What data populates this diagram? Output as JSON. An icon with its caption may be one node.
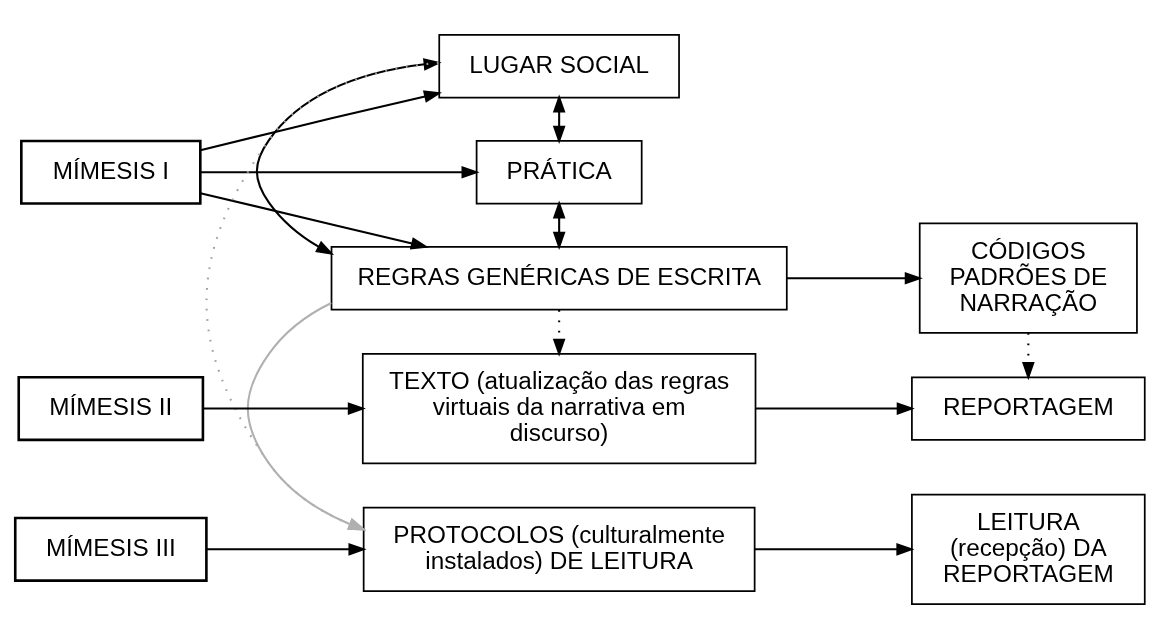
{
  "diagram": {
    "nodes": [
      {
        "text": [
          "MÍMESIS I"
        ]
      },
      {
        "text": [
          "LUGAR SOCIAL"
        ]
      },
      {
        "text": [
          "PRÁTICA"
        ]
      },
      {
        "text": [
          "REGRAS GENÉRICAS DE ESCRITA"
        ]
      },
      {
        "text": [
          "CÓDIGOS PADRÕES DE NARRAÇÃO"
        ]
      },
      {
        "text": [
          "MÍMESIS II"
        ]
      },
      {
        "text": [
          "TEXTO (atualização das regras virtuais da narrativa em discurso)"
        ]
      },
      {
        "text": [
          "REPORTAGEM"
        ]
      },
      {
        "text": [
          "MÍMESIS III"
        ]
      },
      {
        "text": [
          "PROTOCOLOS (culturalmente instalados) DE LEITURA"
        ]
      },
      {
        "text": [
          "LEITURA (recepção) DA REPORTAGEM"
        ]
      }
    ],
    "edges": [
      {
        "from": 0,
        "to": 1,
        "arrow": "to"
      },
      {
        "from": 0,
        "to": 2,
        "arrow": "to"
      },
      {
        "from": 0,
        "to": 3,
        "arrow": "to"
      },
      {
        "from": 1,
        "to": 2,
        "arrow": "both"
      },
      {
        "from": 2,
        "to": 3,
        "arrow": "both"
      },
      {
        "from": 1,
        "to": 3,
        "arrow": "both"
      },
      {
        "from": 3,
        "to": 4,
        "arrow": "to"
      },
      {
        "from": 3,
        "to": 6,
        "arrow": "to",
        "style": "dashed"
      },
      {
        "from": 4,
        "to": 7,
        "arrow": "to",
        "style": "dashed"
      },
      {
        "from": 5,
        "to": 6,
        "arrow": "to"
      },
      {
        "from": 6,
        "to": 7,
        "arrow": "to"
      },
      {
        "from": 1,
        "to": 9,
        "arrow": "to",
        "style": "dashed",
        "color": "#a0a0a0"
      },
      {
        "from": 3,
        "to": 9,
        "arrow": "to",
        "color": "#b0b0b0"
      },
      {
        "from": 8,
        "to": 9,
        "arrow": "to"
      },
      {
        "from": 9,
        "to": 10,
        "arrow": "to"
      }
    ]
  }
}
